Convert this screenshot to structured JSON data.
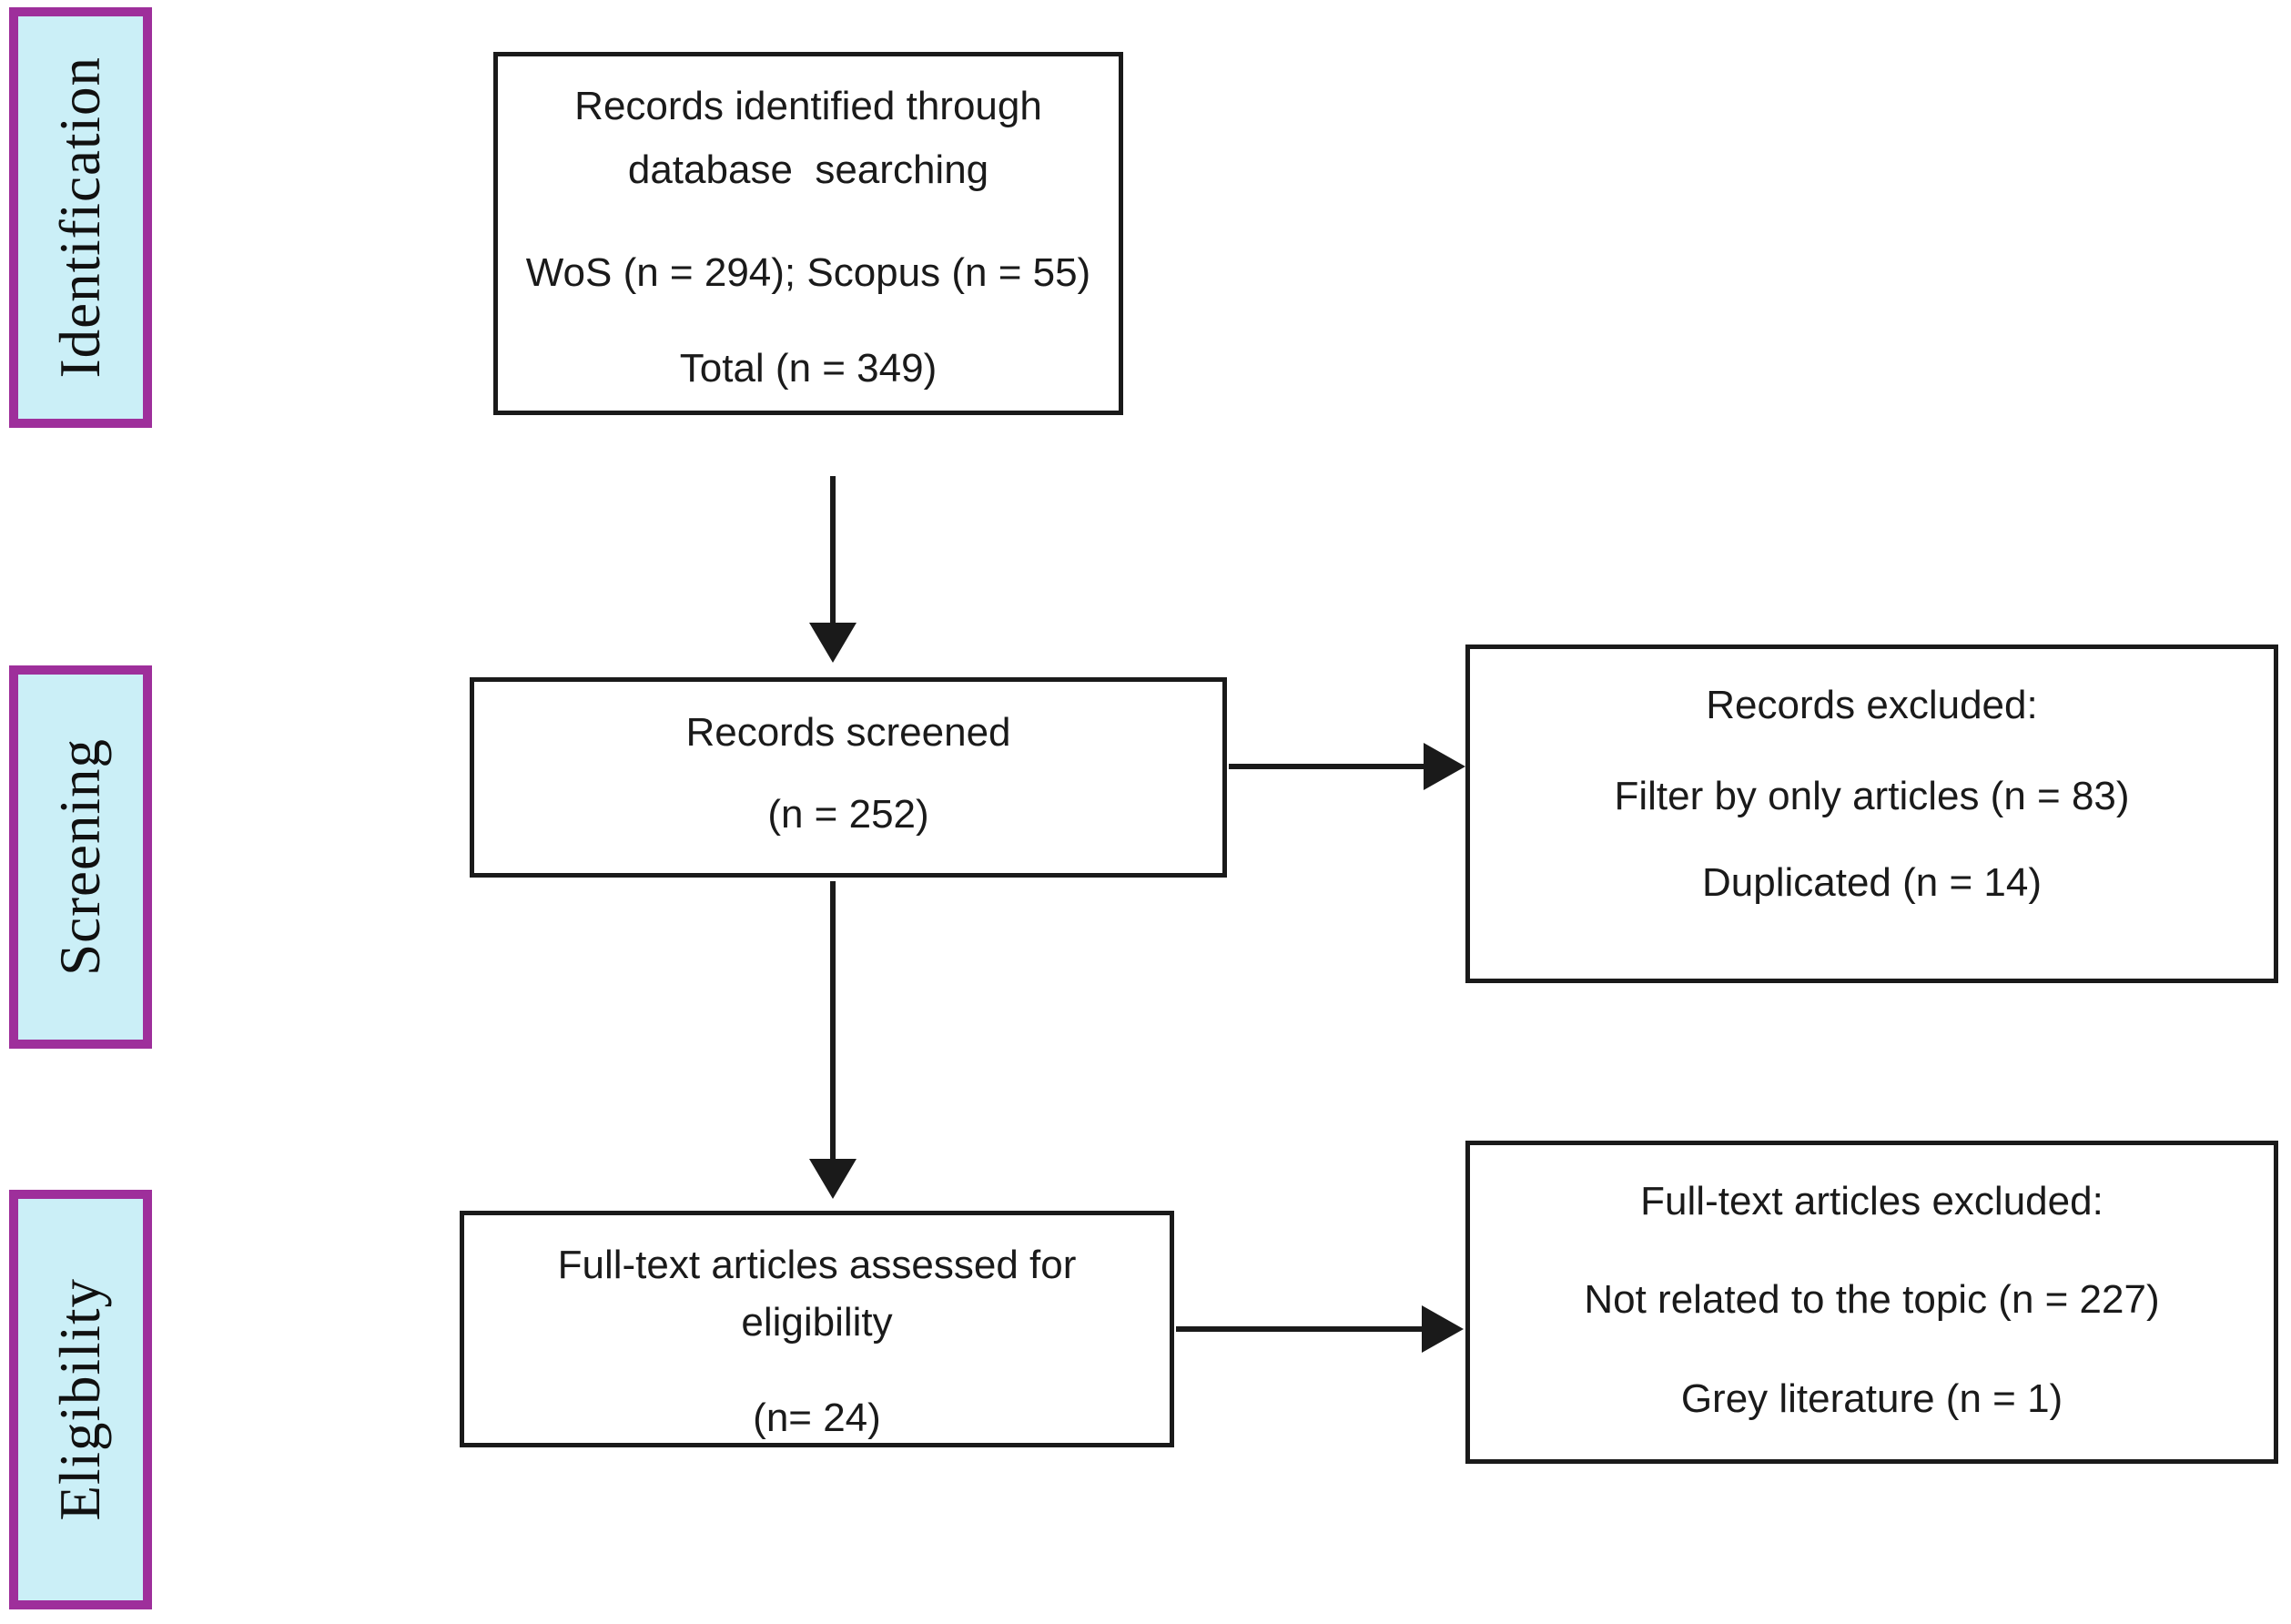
{
  "stage_labels": [
    {
      "label": "Identification"
    },
    {
      "label": "Screening"
    },
    {
      "label": "Eligibility"
    }
  ],
  "flow_boxes": {
    "records_identified": {
      "line1": "Records identified through",
      "line2": "database  searching",
      "line3": "WoS (n = 294); Scopus (n = 55)",
      "line4": "Total (n = 349)"
    },
    "records_screened": {
      "line1": "Records screened",
      "line2": "(n = 252)"
    },
    "records_excluded": {
      "line1": "Records excluded:",
      "line2": "Filter by only articles (n = 83)",
      "line3": "Duplicated (n = 14)"
    },
    "fulltext_assessed": {
      "line1": "Full-text articles assessed for",
      "line2": "eligibility",
      "line3": "(n= 24)"
    },
    "fulltext_excluded": {
      "line1": "Full-text articles excluded:",
      "line2": "Not related to the topic (n = 227)",
      "line3": "Grey literature (n = 1)"
    }
  },
  "colors": {
    "stage_fill": "#CBEFF7",
    "stage_border": "#9E2F9B",
    "box_border": "#1A1A1A",
    "arrow": "#1A1A1A",
    "text": "#1A1A1A",
    "background": "#FFFFFF"
  }
}
